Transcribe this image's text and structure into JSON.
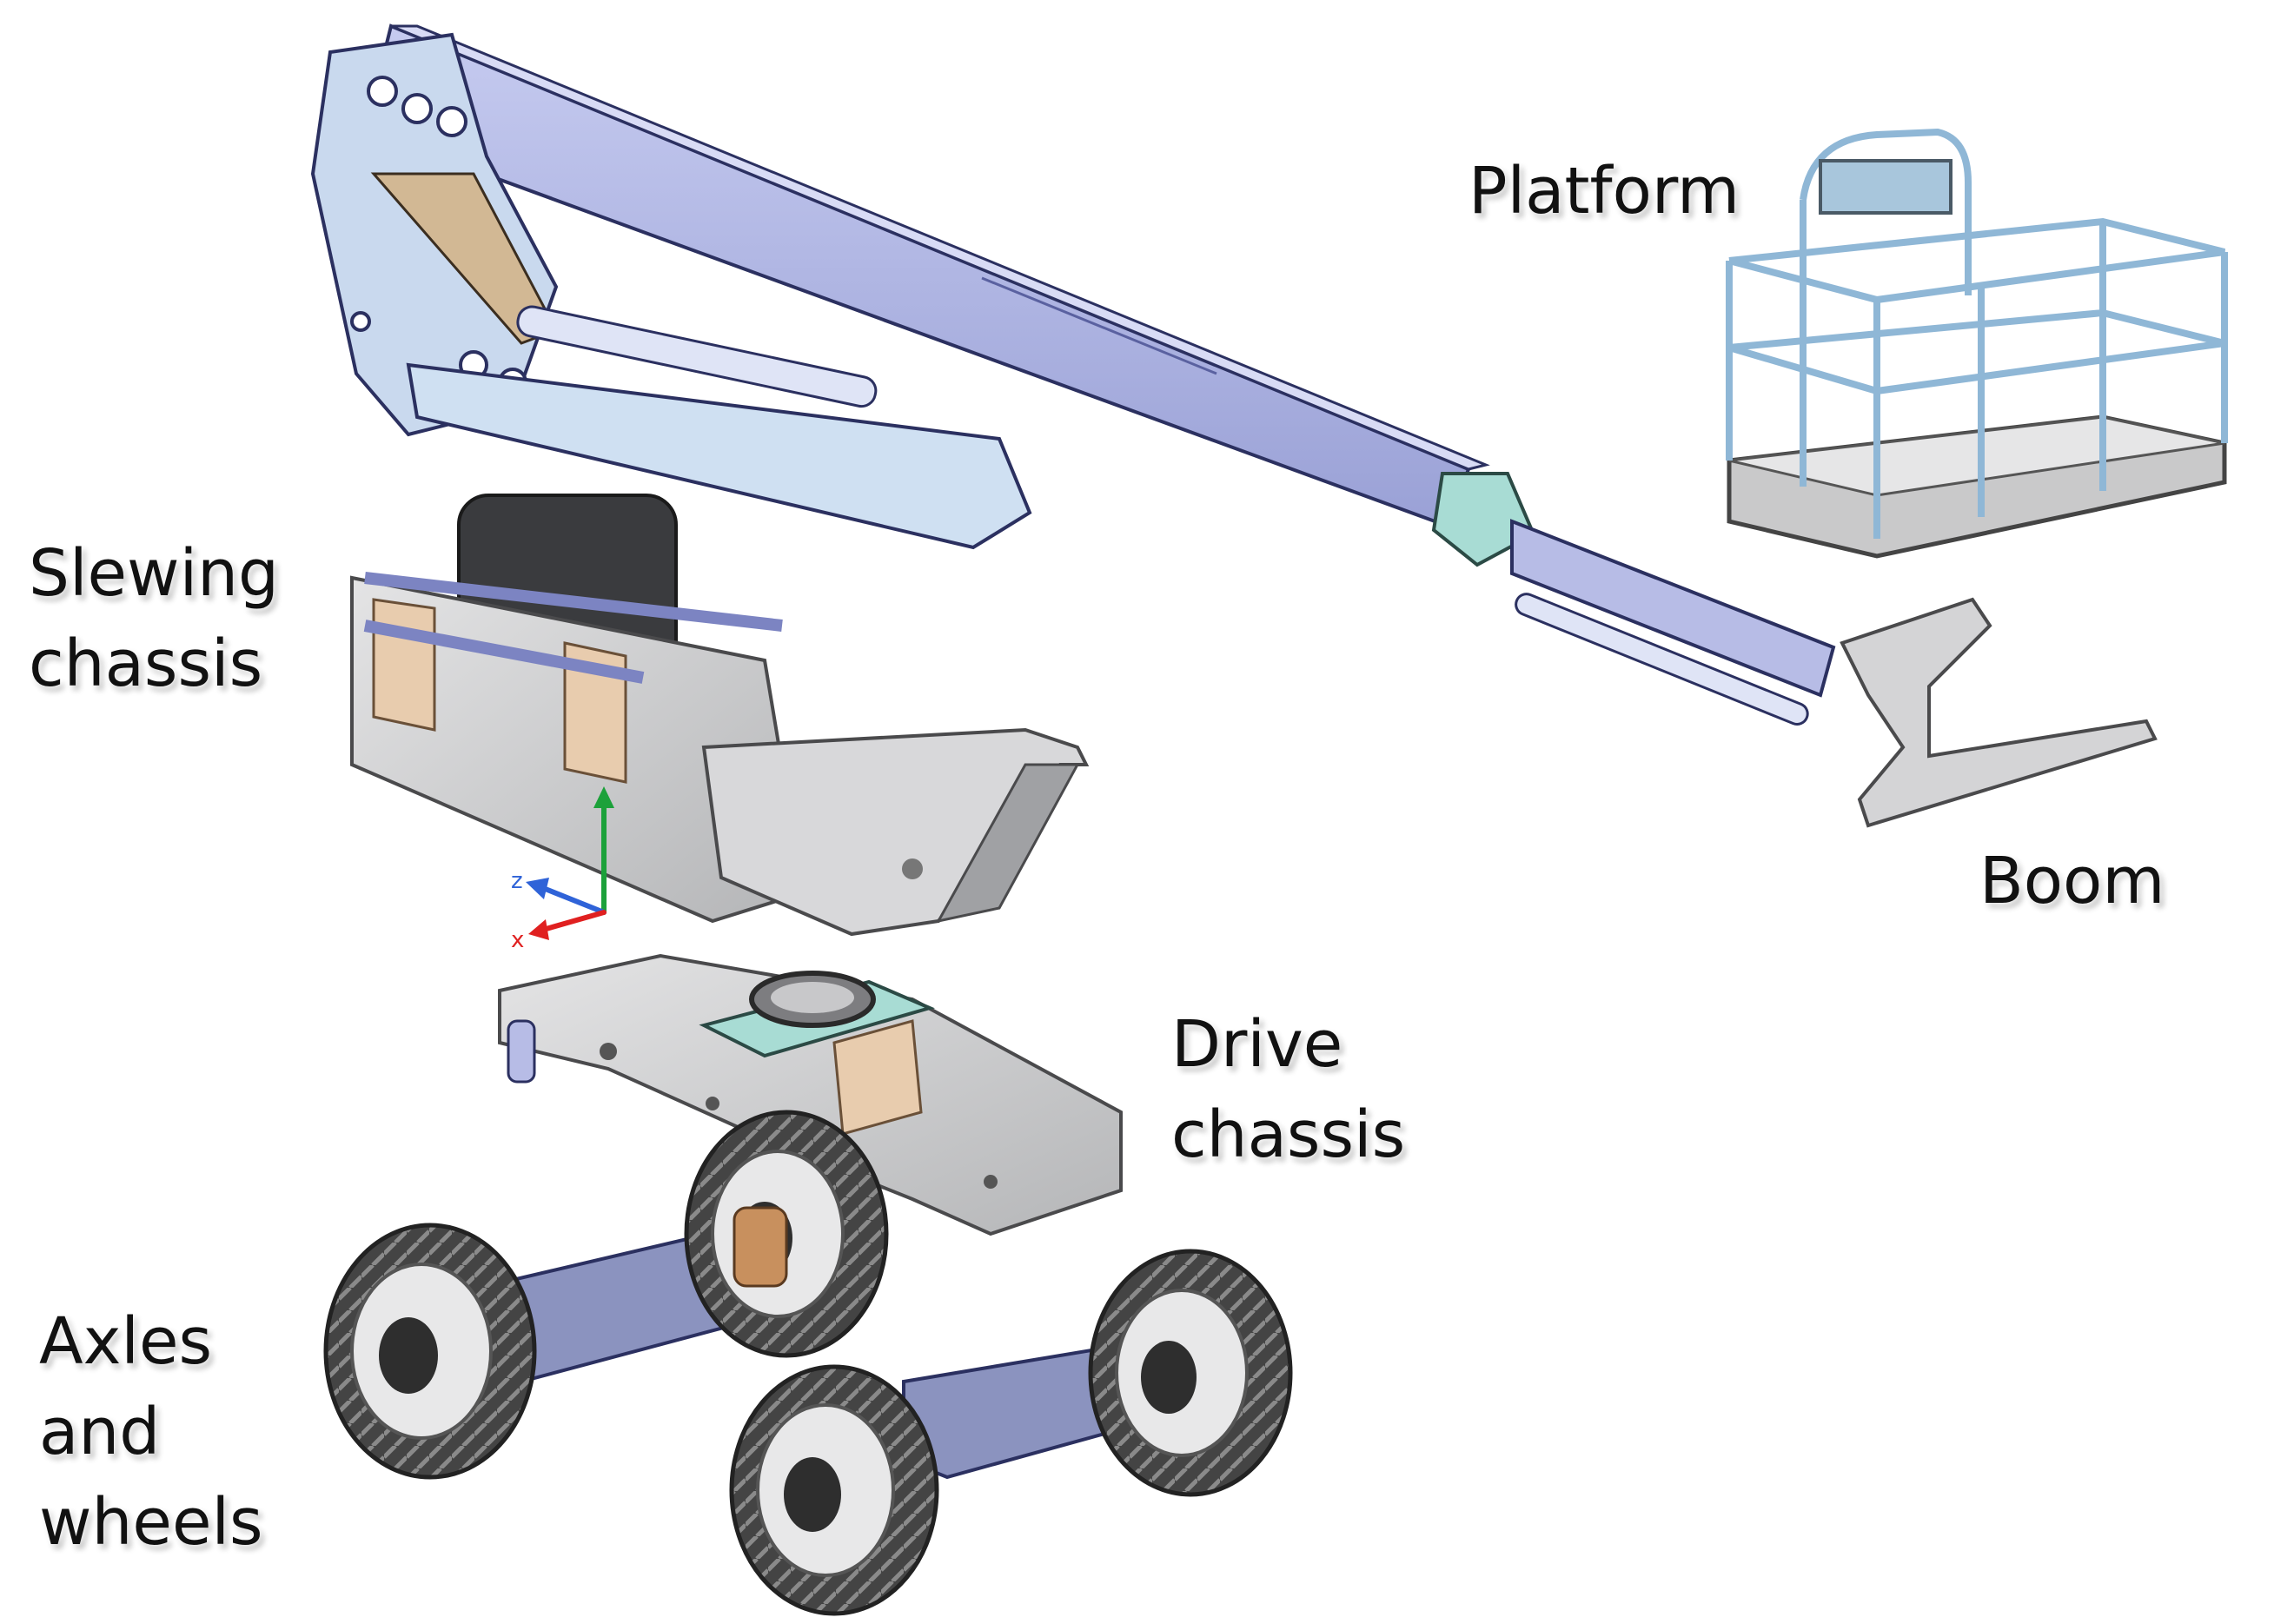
{
  "labels": {
    "platform": "Platform",
    "slewing": [
      "Slewing",
      "chassis"
    ],
    "boom": "Boom",
    "drive": [
      "Drive",
      "chassis"
    ],
    "axles": [
      "Axles",
      "and",
      "wheels"
    ]
  },
  "axis_labels": {
    "z": "z",
    "x": "x"
  },
  "colors": {
    "boom": "#b7bce6",
    "boom_dark": "#7c84c2",
    "steel": "#cfcfd0",
    "steel_dark": "#8f9092",
    "wood": "#e8ccae",
    "teal": "#a8dcd4",
    "tire": "#3d3d3d",
    "axle": "#8b93bf",
    "rail": "#cfe3ee",
    "axis_x": "#e02020",
    "axis_y": "#1ca13a",
    "axis_z": "#2f63d8"
  }
}
